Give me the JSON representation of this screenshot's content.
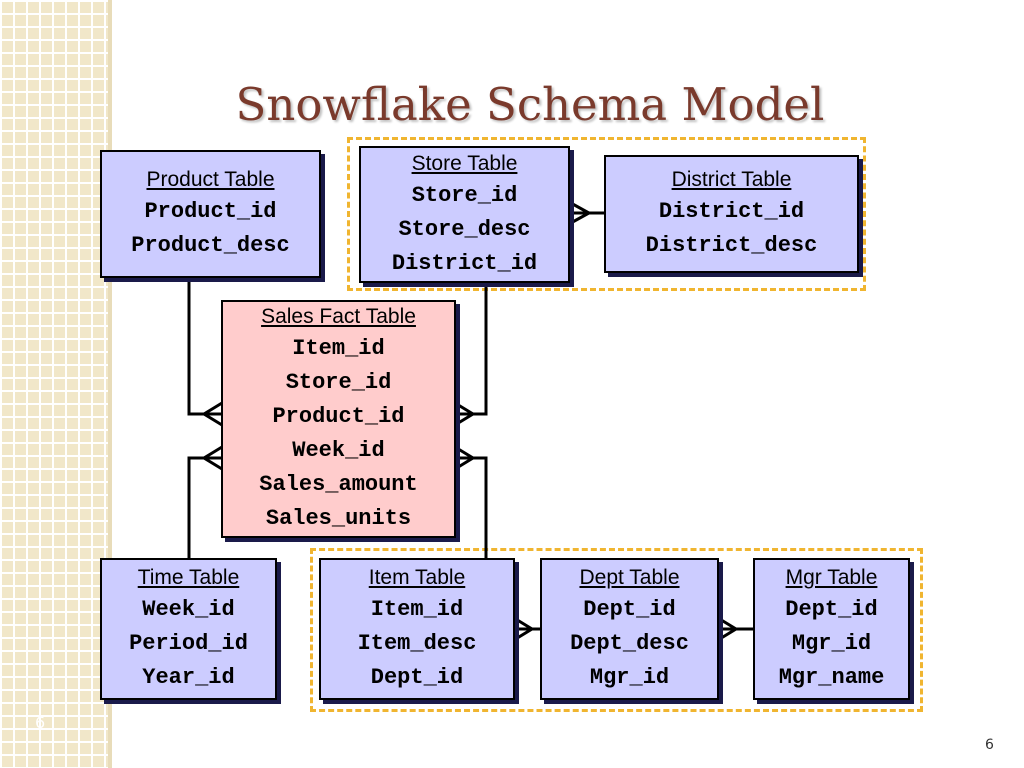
{
  "slide": {
    "title": "Snowflake Schema Model",
    "page_number": "6",
    "side_number": "6"
  },
  "entities": {
    "product": {
      "title": "Product Table",
      "fields": [
        "Product_id",
        "Product_desc"
      ]
    },
    "store": {
      "title": "Store Table",
      "fields": [
        "Store_id",
        "Store_desc",
        "District_id"
      ]
    },
    "district": {
      "title": "District Table",
      "fields": [
        "District_id",
        "District_desc"
      ]
    },
    "sales": {
      "title": "Sales Fact Table",
      "fields": [
        "Item_id",
        "Store_id",
        "Product_id",
        "Week_id",
        "Sales_amount",
        "Sales_units"
      ]
    },
    "time": {
      "title": "Time Table",
      "fields": [
        "Week_id",
        "Period_id",
        "Year_id"
      ]
    },
    "item": {
      "title": "Item Table",
      "fields": [
        "Item_id",
        "Item_desc",
        "Dept_id"
      ]
    },
    "dept": {
      "title": "Dept Table",
      "fields": [
        "Dept_id",
        "Dept_desc",
        "Mgr_id"
      ]
    },
    "mgr": {
      "title": "Mgr Table",
      "fields": [
        "Dept_id",
        "Mgr_id",
        "Mgr_name"
      ]
    }
  },
  "colors": {
    "dimension_fill": "#ccccff",
    "fact_fill": "#ffcccc",
    "group_border": "#f0b530",
    "title_color": "#7a3a2c"
  }
}
